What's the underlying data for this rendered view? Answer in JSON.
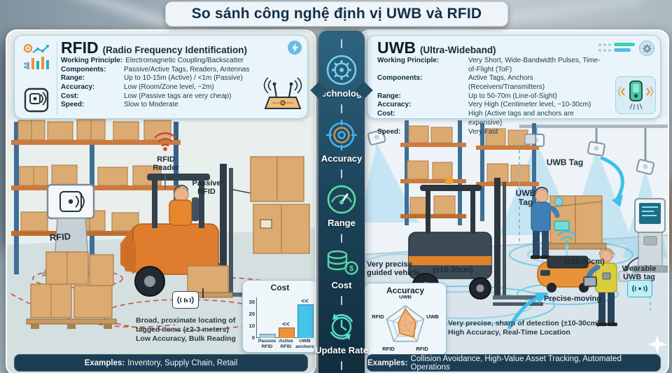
{
  "title": "So sánh công nghệ định vị UWB và RFID",
  "center": {
    "items": [
      {
        "label": "Technology",
        "icon": "gear-icon"
      },
      {
        "label": "Accuracy",
        "icon": "target-icon"
      },
      {
        "label": "Range",
        "icon": "gauge-icon"
      },
      {
        "label": "Cost",
        "icon": "coins-icon"
      },
      {
        "label": "Update Rate",
        "icon": "refresh-clock-icon"
      }
    ]
  },
  "rfid": {
    "title": "RFID",
    "subtitle": "(Radio Frequency Identification)",
    "specs": [
      {
        "label": "Working Principle:",
        "value": "Electromagnetic Coupling/Backscatter"
      },
      {
        "label": "Components:",
        "value": "Passive/Active Tags, Readers, Antennas"
      },
      {
        "label": "Range:",
        "value": "Up to 10-15m (Active) / <1m (Passive)"
      },
      {
        "label": "Accuracy:",
        "value": "Low (Room/Zone level, ~2m)"
      },
      {
        "label": "Cost:",
        "value": "Low (Passive tags are very cheap)"
      },
      {
        "label": "Speed:",
        "value": "Slow to Moderate"
      }
    ],
    "labels": {
      "reader": "RFID\nReader",
      "passive": "Passive\nRFID",
      "kiosk": "RFID",
      "note": "Broad, proximate locating of\ntagged items (±2-3 meters)\nLow Accuracy, Bulk Reading"
    },
    "examples_label": "Examples:",
    "examples": "Inventory, Supply Chain, Retail"
  },
  "uwb": {
    "title": "UWB",
    "subtitle": "(Ultra-Wideband)",
    "specs": [
      {
        "label": "Working Principle:",
        "value": "Very Short, Wide-Bandwidth Pulses, Time-of-Flight (ToF)"
      },
      {
        "label": "Components:",
        "value": "Active Tags, Anchors (Receivers/Transmitters)"
      },
      {
        "label": "Range:",
        "value": "Up to 50-70m (Line-of-Sight)"
      },
      {
        "label": "Accuracy:",
        "value": "Very High (Centimeter level, ~10-30cm)"
      },
      {
        "label": "Cost:",
        "value": "High (Active tags and anchors are expensive)"
      },
      {
        "label": "Speed:",
        "value": "Very Fast"
      }
    ],
    "labels": {
      "tag_top": "UWB Tag",
      "tag_left": "UWB\nTag",
      "guided": "Very precise\nguided vehicle",
      "cm1": "(±10-30cm)",
      "cm2": "(±10-30cm)",
      "moving": "Precise-moving",
      "wearable": "Wearable\nUWB tag",
      "note": "Very precise, sharp of detection (±10-30cm)\nHigh Accuracy, Real-Time Location"
    },
    "examples_label": "Examples:",
    "examples": "Collision Avoidance, High-Value Asset Tracking, Automated Operations"
  },
  "chart_data": [
    {
      "type": "bar",
      "title": "Cost",
      "categories": [
        "Passive\nRFID",
        "Active\nRFID",
        "UWB\nanchors"
      ],
      "values": [
        3,
        8,
        28
      ],
      "bar_colors": [
        "#a8cfe0",
        "#ef9238",
        "#45c3ea"
      ],
      "annotations": [
        "",
        "<<",
        "<<"
      ],
      "yticks": [
        0,
        10,
        20,
        30
      ],
      "ylim": [
        0,
        32
      ],
      "xlabel": "",
      "ylabel": "",
      "legend": false
    },
    {
      "type": "radar",
      "title": "Accuracy",
      "axes": [
        "UWB",
        "UWB",
        "RFID",
        "RFID",
        "RFID"
      ],
      "values": [
        0.85,
        0.55,
        0.74,
        0.5,
        0.38
      ],
      "max": 1,
      "fill_color": "#f2a35c",
      "stroke_color": "#cf7c2a",
      "grid_levels": 3,
      "legend": false
    }
  ]
}
